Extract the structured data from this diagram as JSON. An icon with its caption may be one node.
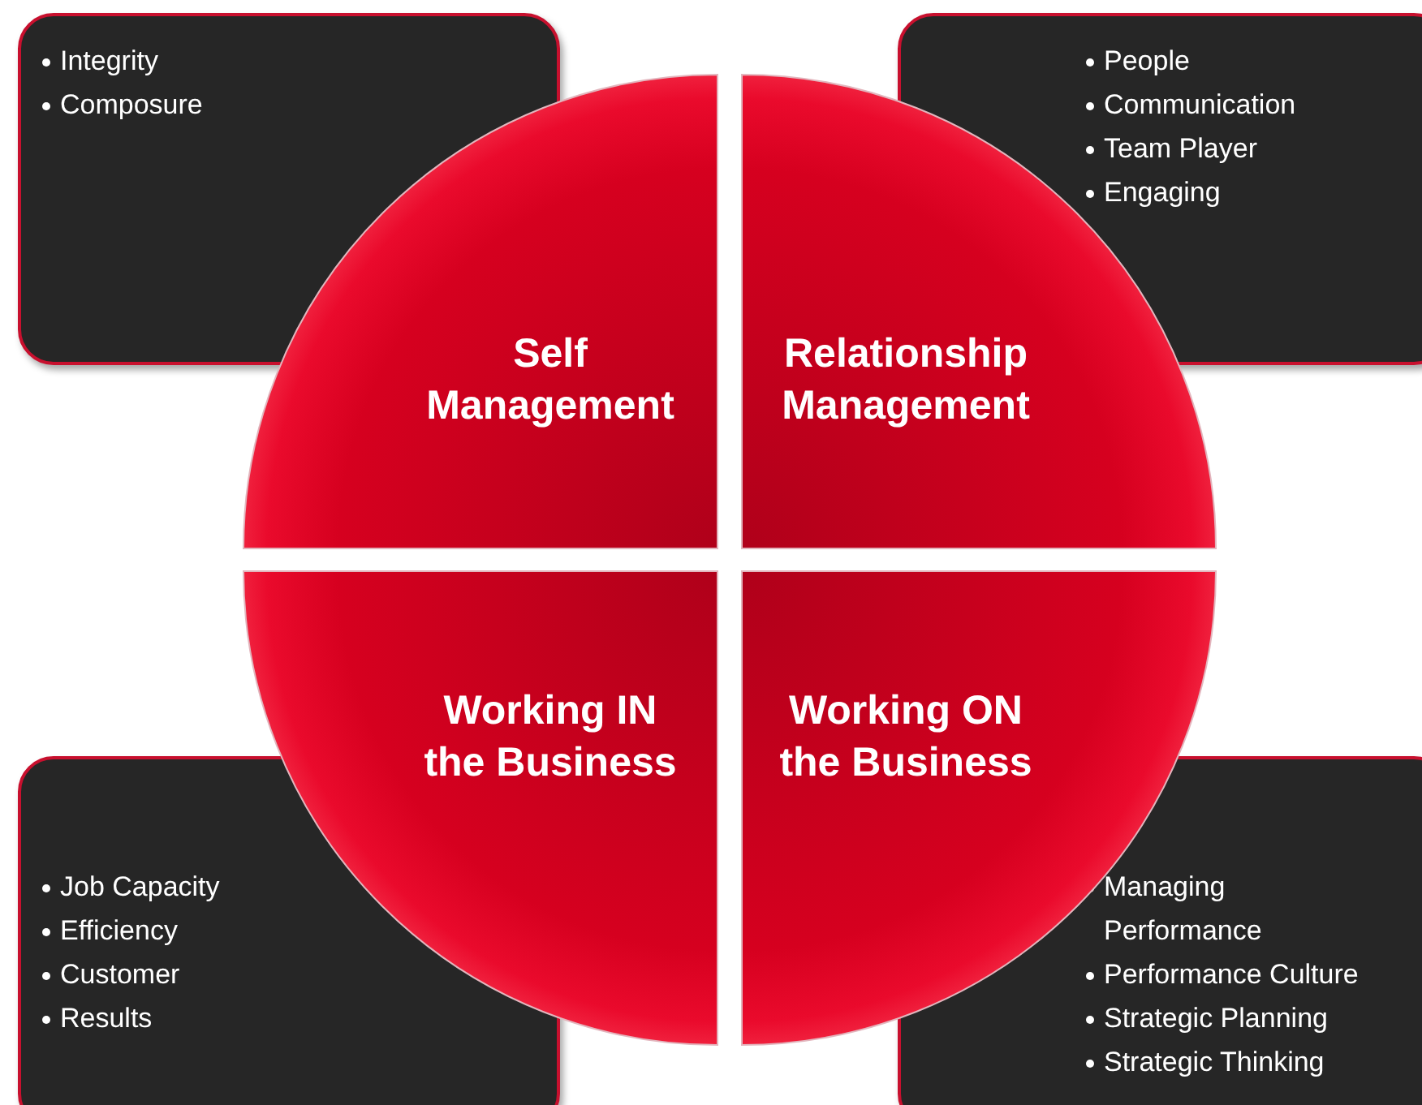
{
  "diagram": {
    "nodes": [
      {
        "text": [
          "Integrity",
          "Composure"
        ]
      },
      {
        "text": [
          "People",
          "Communication",
          "Team Player",
          "Engaging"
        ]
      },
      {
        "text": [
          "Self Management"
        ]
      },
      {
        "text": [
          "Relationship Management"
        ]
      },
      {
        "text": [
          "Working IN the Business"
        ]
      },
      {
        "text": [
          "Working ON the Business"
        ]
      },
      {
        "text": [
          "Job Capacity",
          "Efficiency",
          "Customer",
          "Results"
        ]
      },
      {
        "text": [
          "Managing Performance",
          "Performance Culture",
          "Strategic Planning",
          "Strategic Thinking"
        ]
      }
    ]
  }
}
